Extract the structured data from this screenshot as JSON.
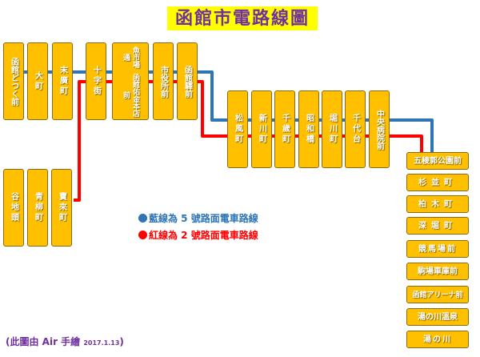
{
  "title": "函館市電路線圖",
  "colors": {
    "station_fill": "#ffc000",
    "line5": "#2e75b6",
    "line2": "#ff0000",
    "title_bg": "#ffff00",
    "title_text": "#7030a0"
  },
  "stations": {
    "hakodate_dokku_mae": "函館どつく前",
    "omachi": "大町",
    "suehirocho": "末廣町",
    "jujigai": "十字街",
    "uoichiba_dori": "魚市場通",
    "hakodate_sakiya": "函館佑金本店前",
    "shiyakusho_mae": "市役所前",
    "hakodate_eki_mae": "函館驛前",
    "matsukazecho": "松風町",
    "shinkawacho": "新川町",
    "chitosecho": "千歲町",
    "showabashi": "昭和橋",
    "horikawacho": "堀川町",
    "chiyogadai": "千代台",
    "chuo_byoin_mae": "中央病院前",
    "goryokaku_koen_mae": "五稜郭公園前",
    "suginamicho": "杉並町",
    "kashiwagicho": "柏木町",
    "fukaboricho": "深堀町",
    "keibajo_mae": "競馬場前",
    "komaba_shako_mae": "駒場車庫前",
    "hakodate_arena_mae": "函館アリーナ前",
    "yunokawa_onsen": "湯の川溫泉",
    "yunokawa": "湯の川",
    "yachigashira": "谷地頭",
    "aoyagicho": "青柳町",
    "horaicho": "寶來町"
  },
  "legend": {
    "blue": "藍線為 5 號路面電車路線",
    "red": "紅線為 2 號路面電車路線"
  },
  "credit": {
    "text": "(此圖由 Air 手繪",
    "date": "2017.1.13",
    "close": ")"
  }
}
